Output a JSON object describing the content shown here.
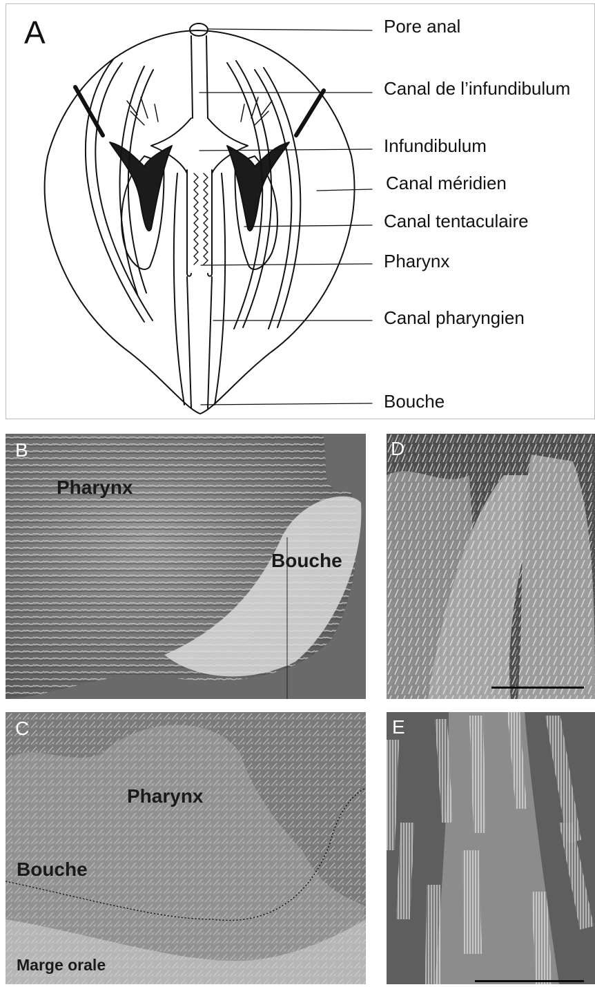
{
  "panels": {
    "a": {
      "letter": "A",
      "labels": {
        "pore_anal": "Pore anal",
        "canal_infundibulum": "Canal de l’infundibulum",
        "infundibulum": "Infundibulum",
        "canal_meridien": "Canal méridien",
        "canal_tentaculaire": "Canal tentaculaire",
        "pharynx": "Pharynx",
        "canal_pharyngien": "Canal pharyngien",
        "bouche": "Bouche"
      }
    },
    "b": {
      "letter": "B",
      "pharynx": "Pharynx",
      "bouche": "Bouche"
    },
    "c": {
      "letter": "C",
      "pharynx": "Pharynx",
      "bouche": "Bouche",
      "marge": "Marge orale"
    },
    "d": {
      "letter": "D"
    },
    "e": {
      "letter": "E"
    }
  }
}
